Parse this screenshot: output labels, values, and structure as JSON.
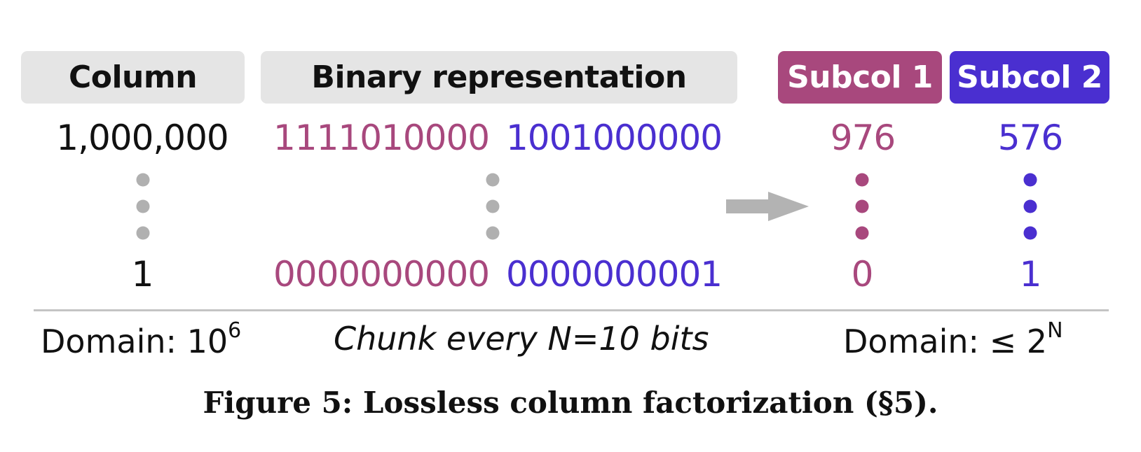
{
  "colors": {
    "subcol1": "#a8487d",
    "subcol2": "#4a2fd0",
    "header_gray": "#e5e5e5",
    "dots_gray": "#b0b0b0",
    "arrow_gray": "#b3b3b3"
  },
  "headers": {
    "column": "Column",
    "binary": "Binary representation",
    "subcol1": "Subcol 1",
    "subcol2": "Subcol 2"
  },
  "rows": {
    "top": {
      "column_value": "1,000,000",
      "binary_high": "1111010000",
      "binary_low": "1001000000",
      "subcol1_value": "976",
      "subcol2_value": "576"
    },
    "bottom": {
      "column_value": "1",
      "binary_high": "0000000000",
      "binary_low": "0000000001",
      "subcol1_value": "0",
      "subcol2_value": "1"
    }
  },
  "footer": {
    "domain_left_prefix": "Domain: 10",
    "domain_left_exponent": "6",
    "chunk_text": "Chunk every N=10 bits",
    "domain_right_prefix": "Domain: ≤ 2",
    "domain_right_exponent": "N"
  },
  "caption": "Figure 5: Lossless column factorization (§5).",
  "icons": {
    "vertical_ellipsis": "three-dots",
    "transform_arrow": "right-arrow"
  }
}
